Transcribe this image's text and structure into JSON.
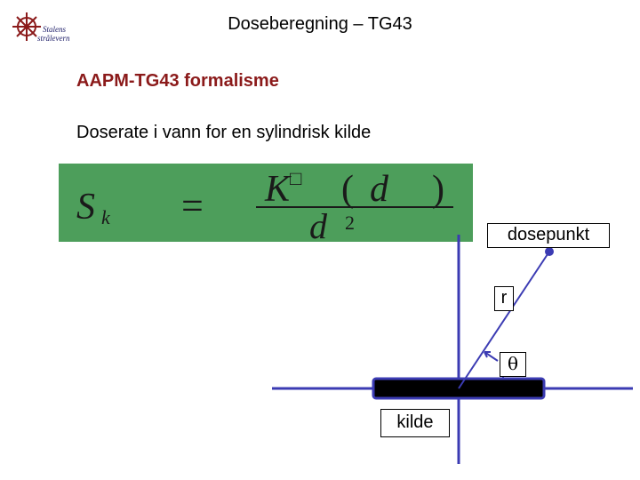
{
  "header": {
    "title": "Doseberegning – TG43",
    "logo_text_line1": "Stalens",
    "logo_text_line2": "strålevern"
  },
  "content": {
    "subtitle": "AAPM-TG43 formalisme",
    "description": "Doserate i vann for en sylindrisk kilde"
  },
  "formula": {
    "lhs_symbol": "S",
    "lhs_subscript": "k",
    "equals": "=",
    "numerator_symbol": "K",
    "numerator_open": "(",
    "numerator_var": "d",
    "numerator_close": ")",
    "denominator_var": "d",
    "denominator_power": "2",
    "missing_glyph": "□",
    "background_color": "#4d9e5b"
  },
  "diagram": {
    "dose_point_label": "dosepunkt",
    "distance_label": "r",
    "angle_label": "θ",
    "source_label": "kilde",
    "axis_color": "#3b3bb3",
    "source_color": "#000000"
  }
}
